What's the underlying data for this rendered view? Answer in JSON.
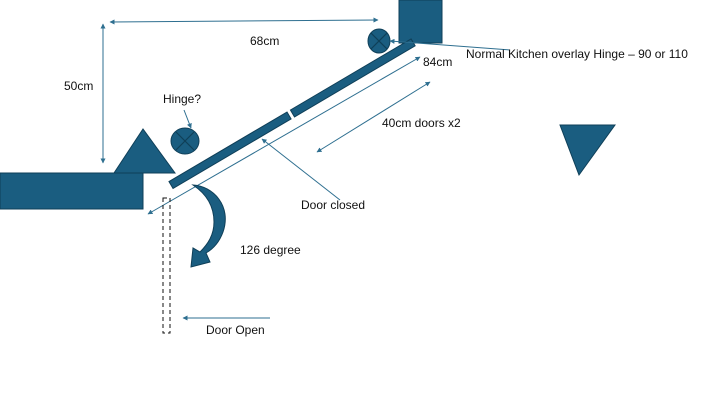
{
  "colors": {
    "shape_fill": "#1a5d80",
    "shape_stroke": "#0f3f58",
    "line": "#2e6f90",
    "text": "#111111",
    "background": "#ffffff"
  },
  "labels": {
    "width_dimension": "68cm",
    "height_dimension": "50cm",
    "hinge_question": "Hinge?",
    "total_door_length": "84cm",
    "door_panels": "40cm doors x2",
    "door_closed": "Door closed",
    "opening_angle": "126 degree",
    "door_open": "Door Open",
    "hinge_note": "Normal Kitchen overlay Hinge – 90 or 110"
  },
  "icons": {
    "hinge_symbol": "circle-x-icon",
    "rotation_arrow": "curved-arrow-icon"
  }
}
